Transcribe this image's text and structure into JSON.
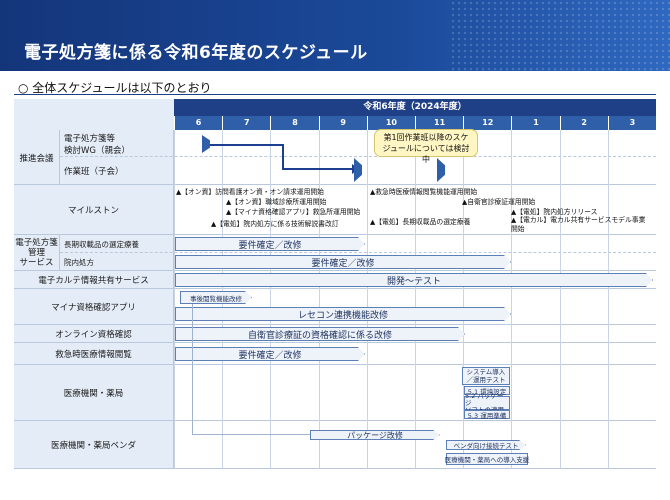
{
  "title": "電子処方箋に係る令和6年度のスケジュール",
  "subtitle": "○ 全体スケジュールは以下のとおり",
  "year_header": "令和6年度（2024年度）",
  "months": [
    "6",
    "7",
    "8",
    "9",
    "10",
    "11",
    "12",
    "1",
    "2",
    "3"
  ],
  "rows": {
    "suishin": "推進会議",
    "wg": "電子処方箋等\n検討WG（親会）",
    "sagyohan": "作業班（子会）",
    "milestone": "マイルストン",
    "service": "電子処方箋\n管理\nサービス",
    "service_sub1": "長期収載品の選定療養",
    "service_sub2": "院内処方",
    "karte": "電子カルテ情報共有サービス",
    "mynaapp": "マイナ資格確認アプリ",
    "online": "オンライン資格確認",
    "kyukyu": "救急時医療情報閲覧",
    "iryo": "医療機関・薬局",
    "vendor": "医療機関・薬局ベンダ"
  },
  "callout": "第1回作業班以降のスケ\nジュールについては検討中",
  "milestones": [
    "▲【オン資】訪問看護オン資・オン請求運用開始",
    "▲【オン資】職域診療所運用開始",
    "▲【マイナ資格確認アプリ】救急所運用開始",
    "▲【電処】院内処方に係る技術解説書改訂",
    "▲救急時医療情報閲覧機能運用開始",
    "▲自衛官診療証運用開始",
    "▲【電処】長期収載品の選定療養",
    "▲【電処】院内処方リリース",
    "▲【電カル】電カル共有サービスモデル事業開始"
  ],
  "bars": {
    "service1": "要件確定／改修",
    "service2": "要件確定／改修",
    "karte": "開発～テスト",
    "myna1": "事後閲覧機能改修",
    "myna2": "レセコン連携機能改修",
    "online": "自衛官診療証の資格確認に係る改修",
    "kyukyu": "要件確定／改修",
    "iryo_head": "システム導入\n／運用テスト",
    "iryo_1": "5.1 環境設定",
    "iryo_2": "5.2 パッケージ\nソフトの適用",
    "iryo_3": "5.3 運用準備",
    "vendor1": "パッケージ改修",
    "vendor2": "ベンダ向け接続テスト",
    "vendor3": "医療機関・薬局への導入支援"
  },
  "colors": {
    "banner": "#1b4a9a",
    "header": "#1f3f86",
    "month": "#2f5fa8",
    "label_bg": "#e4edf7",
    "callout": "#fff6c4"
  }
}
